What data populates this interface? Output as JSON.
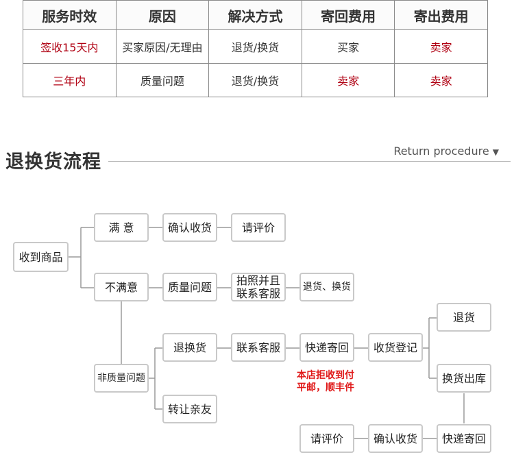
{
  "policy_table": {
    "headers": [
      "服务时效",
      "原因",
      "解决方式",
      "寄回费用",
      "寄出费用"
    ],
    "rows": [
      [
        "签收15天内",
        "买家原因/无理由",
        "退货/换货",
        "买家",
        "卖家"
      ],
      [
        "三年内",
        "质量问题",
        "退货/换货",
        "卖家",
        "卖家"
      ]
    ]
  },
  "section": {
    "title": "退换货流程",
    "subtitle": "Return procedure"
  },
  "flow": {
    "receive": "收到商品",
    "satisfied": "满 意",
    "confirm_receipt": "确认收货",
    "please_review": "请评价",
    "unsatisfied": "不满意",
    "quality_issue": "质量问题",
    "photo_contact_line1": "拍照并且",
    "photo_contact_line2": "联系客服",
    "return_exchange": "退货、换货",
    "non_quality_issue": "非质量问题",
    "return_exchange_goods": "退换货",
    "contact_service": "联系客服",
    "express_return": "快递寄回",
    "receipt_register": "收货登记",
    "refund": "退货",
    "exchange_out": "换货出库",
    "transfer_friends": "转让亲友",
    "express_back": "快递寄回",
    "confirm_receipt_2": "确认收货",
    "please_review_2": "请评价",
    "note_line1": "本店拒收到付",
    "note_line2": "平邮，顺丰件"
  },
  "colors": {
    "seller_red": "#b00012",
    "note_red": "#e01919",
    "node_border": "#c9c9c9",
    "connector": "#9a9a9a"
  }
}
